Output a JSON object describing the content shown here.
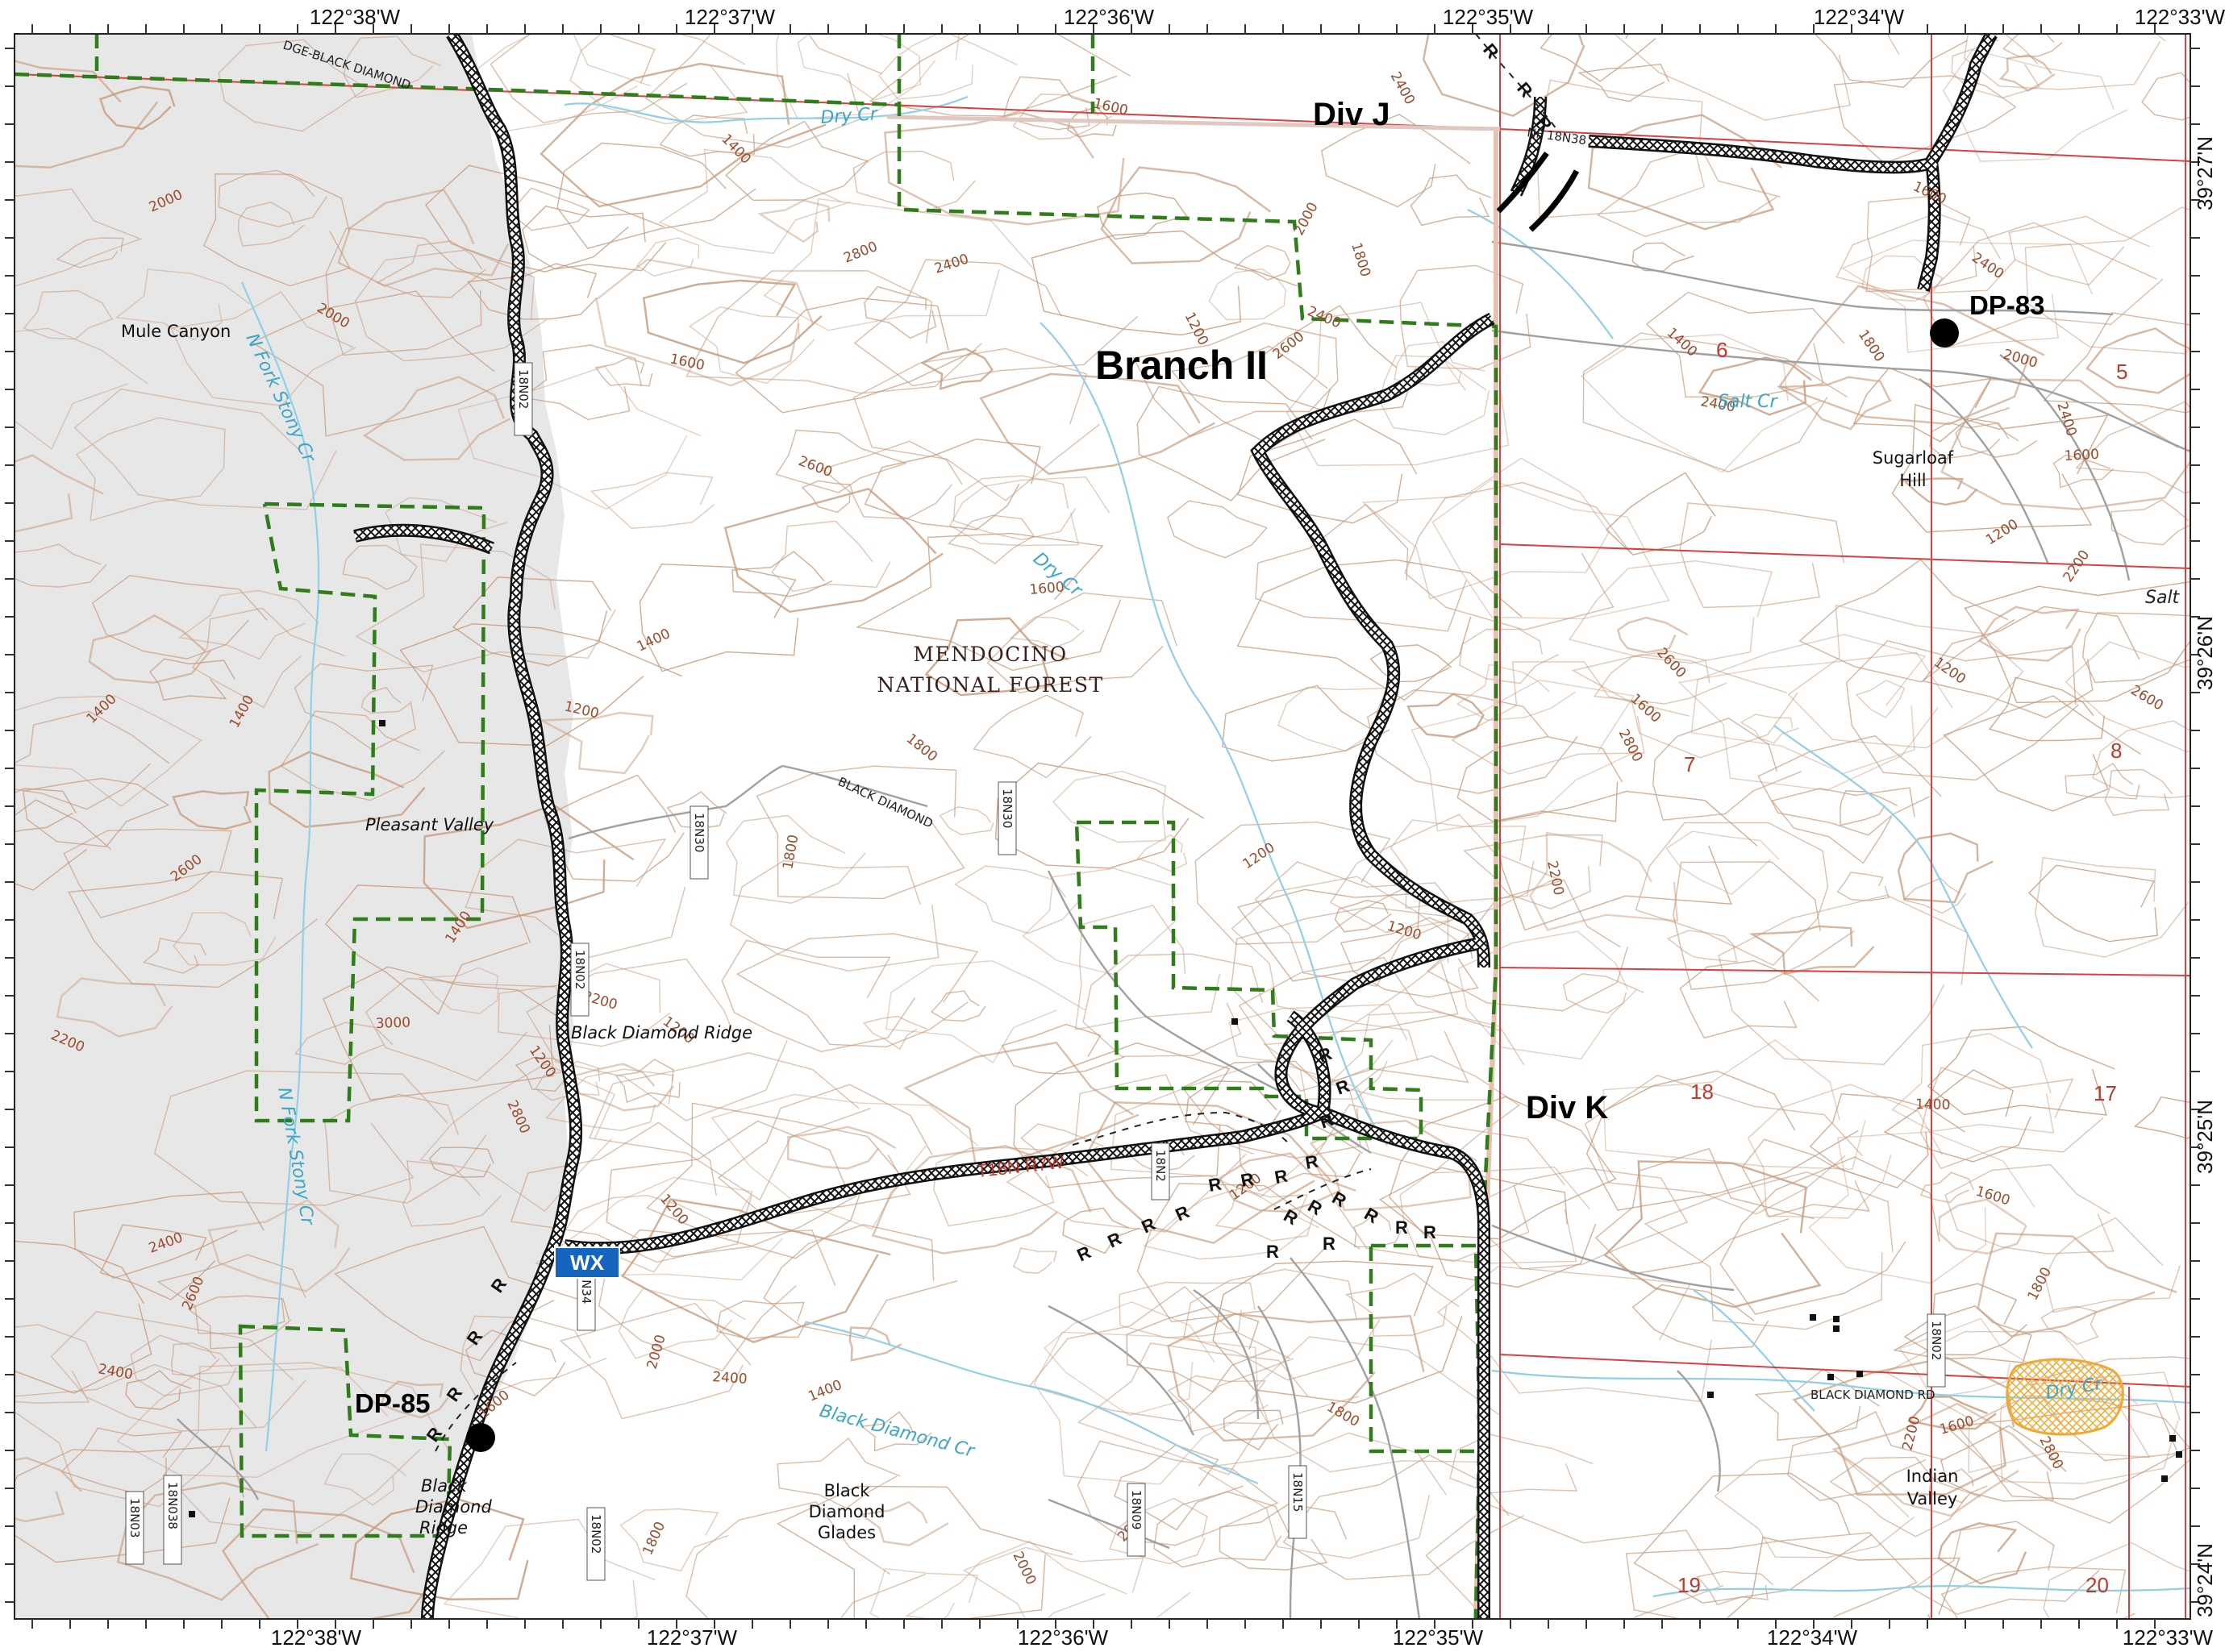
{
  "frame": {
    "top_lon": [
      "122°38'W",
      "122°37'W",
      "122°36'W",
      "122°35'W",
      "122°34'W",
      "122°33'W"
    ],
    "bottom_lon": [
      "122°38'W",
      "122°37'W",
      "122°36'W",
      "122°35'W",
      "122°34'W",
      "122°33'W"
    ],
    "right_lat": [
      "39°27'N",
      "39°26'N",
      "39°25'N",
      "39°24'N"
    ]
  },
  "labels": {
    "div_j": "Div J",
    "div_k": "Div K",
    "branch": "Branch II",
    "dp83": "DP-83",
    "dp85": "DP-85",
    "wx": "WX",
    "forest_line1": "MENDOCINO",
    "forest_line2": "NATIONAL FOREST",
    "mule_canyon": "Mule Canyon",
    "pleasant_valley": "Pleasant Valley",
    "black_diamond_ridge": "Black Diamond Ridge",
    "black_diamond_ridge2_l1": "Black",
    "black_diamond_ridge2_l2": "Diamond",
    "black_diamond_ridge2_l3": "Ridge",
    "black_diamond_glades_l1": "Black",
    "black_diamond_glades_l2": "Diamond",
    "black_diamond_glades_l3": "Glades",
    "sugarloaf_l1": "Sugarloaf",
    "sugarloaf_l2": "Hill",
    "indian_l1": "Indian",
    "indian_l2": "Valley",
    "township": "T18N R7W"
  },
  "water": {
    "dry_cr_top": "Dry Cr",
    "dry_cr_mid": "Dry Cr",
    "dry_cr_right": "Dry Cr",
    "salt_cr": "Salt Cr",
    "salt_edge": "Salt",
    "nfork_stony_upper": "N Fork Stony Cr",
    "nfork_stony_lower": "N Fork Stony Cr",
    "black_diamond_cr": "Black Diamond Cr"
  },
  "roads": {
    "black_diamond_top": "DGE-BLACK DIAMOND",
    "black_diamond_mid": "BLACK DIAMOND",
    "black_diamond_rd": "BLACK DIAMOND RD",
    "nf18n38": "NF 18N38",
    "r18n02_a": "18N02",
    "r18n02_b": "18N02",
    "r18n02_c": "18N02",
    "r18n02_d": "18N02",
    "r18n30_a": "18N30",
    "r18n30_b": "18N30",
    "r18n34": "18N34",
    "r18n03": "18N03",
    "r18n038": "18N038",
    "r18n09": "18N09",
    "r18n15": "18N15",
    "r18n2": "18N2"
  },
  "sections": [
    "6",
    "5",
    "7",
    "8",
    "18",
    "17",
    "19",
    "20"
  ],
  "contours": [
    "2200",
    "2400",
    "2200",
    "2400",
    "2000",
    "1800",
    "2000",
    "1600",
    "1800",
    "2000",
    "2400",
    "1600",
    "1400",
    "1600",
    "2600",
    "2400",
    "2000",
    "1800",
    "1600",
    "1400",
    "1600",
    "2800",
    "2600",
    "3000",
    "2800",
    "2600",
    "2400",
    "2200",
    "2000",
    "2800",
    "2600",
    "2400",
    "1800",
    "1800",
    "1600",
    "1400",
    "1400",
    "1200",
    "1200",
    "1200",
    "1400",
    "1600",
    "1600",
    "1400",
    "1400",
    "1200",
    "1200",
    "1200",
    "2400",
    "2600",
    "2200",
    "2000",
    "2200",
    "1800",
    "2400",
    "1600",
    "1400",
    "1200",
    "1200",
    "1200",
    "1200",
    "2400",
    "2600",
    "2800",
    "2000",
    "1800"
  ],
  "colors": {
    "contour": "#c89a7a",
    "contour_index": "#b07a5a",
    "creek": "#8fd0e8",
    "section_line": "#d94040",
    "division_boundary": "#2e7d1a",
    "containment_line": "#111111",
    "wx_fill": "#1565c0",
    "uncertain_fill": "#f5a623",
    "shaded_area": "#e6e6e6"
  }
}
